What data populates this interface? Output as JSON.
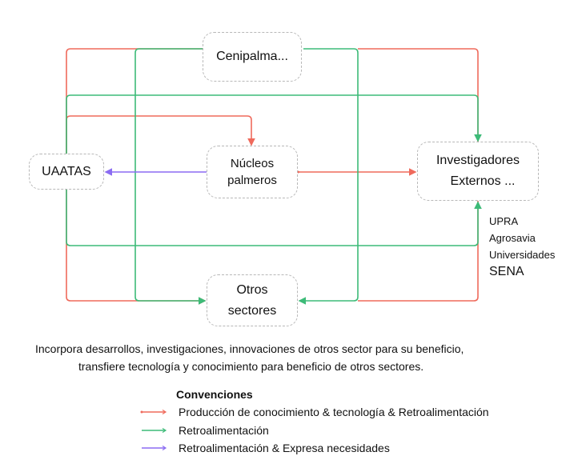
{
  "nodes": {
    "cenipalma": "Cenipalma...",
    "uaatas": "UAATAS",
    "nucleos_line1": "Núcleos",
    "nucleos_line2": "palmeros",
    "investigadores_line1": "Investigadores",
    "investigadores_line2": "Externos ...",
    "otros_line1": "Otros",
    "otros_line2": "sectores"
  },
  "external_list": [
    "UPRA",
    "Agrosavia",
    "Universidades",
    "SENA"
  ],
  "description": {
    "line1": "Incorpora desarrollos, investigaciones, innovaciones de otros sector para su beneficio,",
    "line2": "transfiere tecnología y conocimiento para beneficio de otros sectores."
  },
  "legend": {
    "title": "Convenciones",
    "items": [
      {
        "label": "Producción de conocimiento & tecnología  & Retroalimentación",
        "color": "#ef6a5c"
      },
      {
        "label": "Retroalimentación",
        "color": "#3dbb78"
      },
      {
        "label": "Retroalimentación & Expresa necesidades",
        "color": "#8b6cf2"
      }
    ]
  },
  "colors": {
    "red": "#ef6a5c",
    "green": "#3dbb78",
    "purple": "#8b6cf2"
  }
}
